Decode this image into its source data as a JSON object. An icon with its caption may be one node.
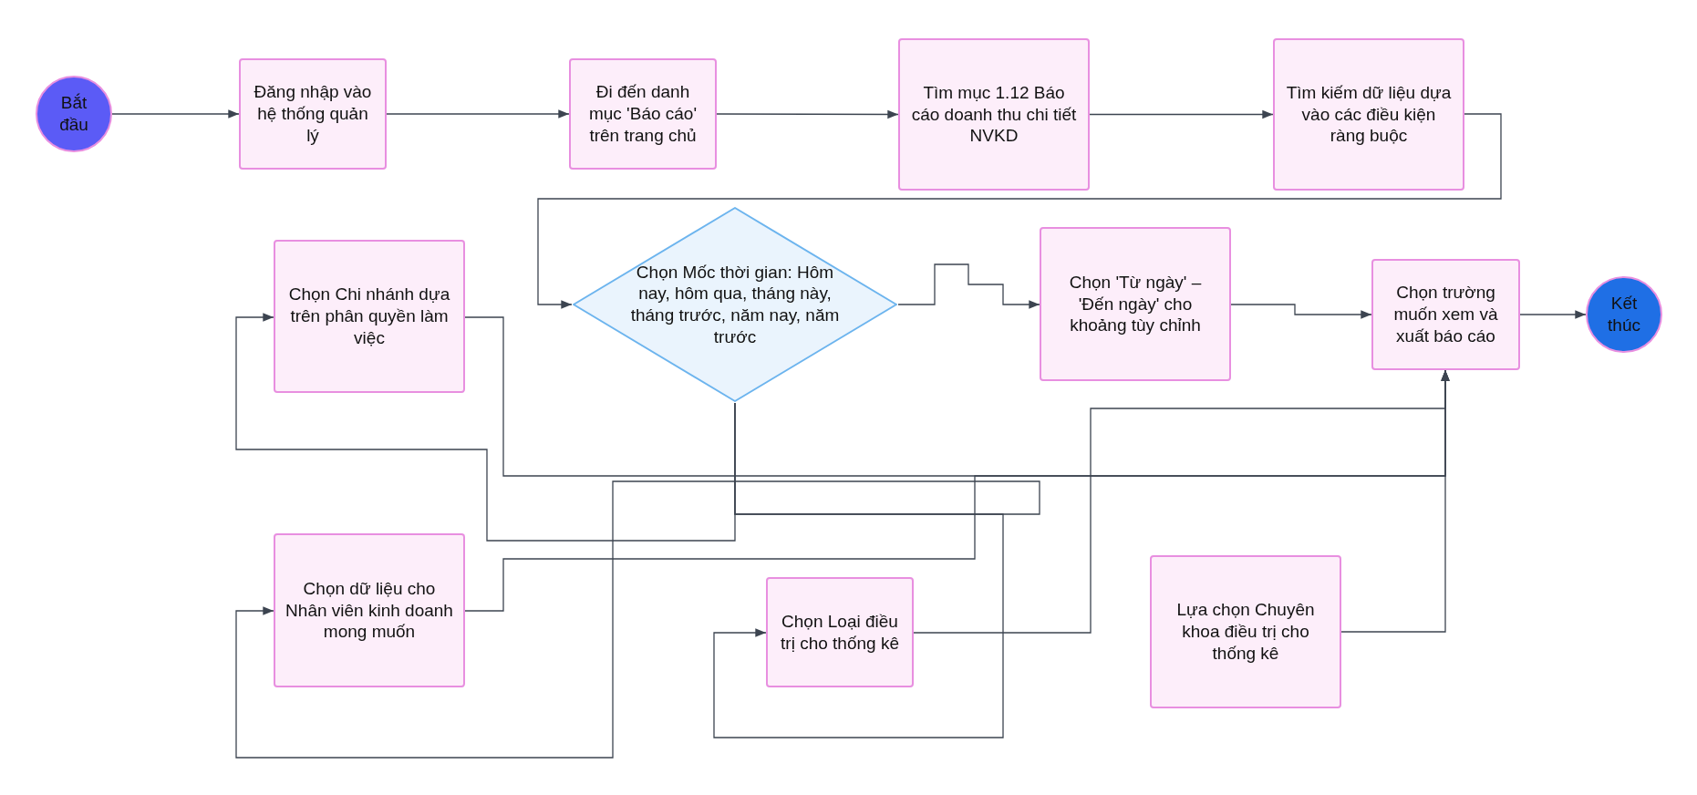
{
  "diagram": {
    "nodes": [
      {
        "text": [
          "Bắt đầu"
        ]
      },
      {
        "text": [
          "Đăng nhập vào hệ thống quản lý"
        ]
      },
      {
        "text": [
          "Đi đến danh mục 'Báo cáo' trên trang chủ"
        ]
      },
      {
        "text": [
          "Tìm mục 1.12 Báo cáo doanh thu chi tiết NVKD"
        ]
      },
      {
        "text": [
          "Tìm kiếm dữ liệu dựa vào các điều kiện ràng buộc"
        ]
      },
      {
        "text": [
          "Chọn Chi nhánh dựa trên phân quyền làm việc"
        ]
      },
      {
        "text": [
          "Chọn Mốc thời gian: Hôm nay, hôm qua, tháng này, tháng trước, năm nay, năm trước"
        ]
      },
      {
        "text": [
          "Chọn 'Từ ngày' – 'Đến ngày' cho khoảng tùy chỉnh"
        ]
      },
      {
        "text": [
          "Chọn trường muốn xem và xuất báo cáo"
        ]
      },
      {
        "text": [
          "Kết thúc"
        ]
      },
      {
        "text": [
          "Chọn dữ liệu cho Nhân viên kinh doanh mong muốn"
        ]
      },
      {
        "text": [
          "Chọn Loại điều trị cho thống kê"
        ]
      },
      {
        "text": [
          "Lựa chọn Chuyên khoa điều trị cho thống kê"
        ]
      }
    ],
    "edges": [
      {
        "from": 0,
        "to": 1,
        "arrow": "to"
      },
      {
        "from": 1,
        "to": 2,
        "arrow": "to"
      },
      {
        "from": 2,
        "to": 3,
        "arrow": "to"
      },
      {
        "from": 3,
        "to": 4,
        "arrow": "to"
      },
      {
        "from": 4,
        "to": 6,
        "arrow": "to"
      },
      {
        "from": 6,
        "to": 7,
        "arrow": "to"
      },
      {
        "from": 7,
        "to": 8,
        "arrow": "to"
      },
      {
        "from": 8,
        "to": 9,
        "arrow": "to"
      },
      {
        "from": 6,
        "to": 5,
        "arrow": "to"
      },
      {
        "from": 6,
        "to": 10,
        "arrow": "to"
      },
      {
        "from": 6,
        "to": 11,
        "arrow": "to"
      },
      {
        "from": 5,
        "to": 8,
        "arrow": "to"
      },
      {
        "from": 10,
        "to": 8,
        "arrow": "to"
      },
      {
        "from": 11,
        "to": 8,
        "arrow": "to"
      },
      {
        "from": 12,
        "to": 8,
        "arrow": "to"
      }
    ]
  }
}
